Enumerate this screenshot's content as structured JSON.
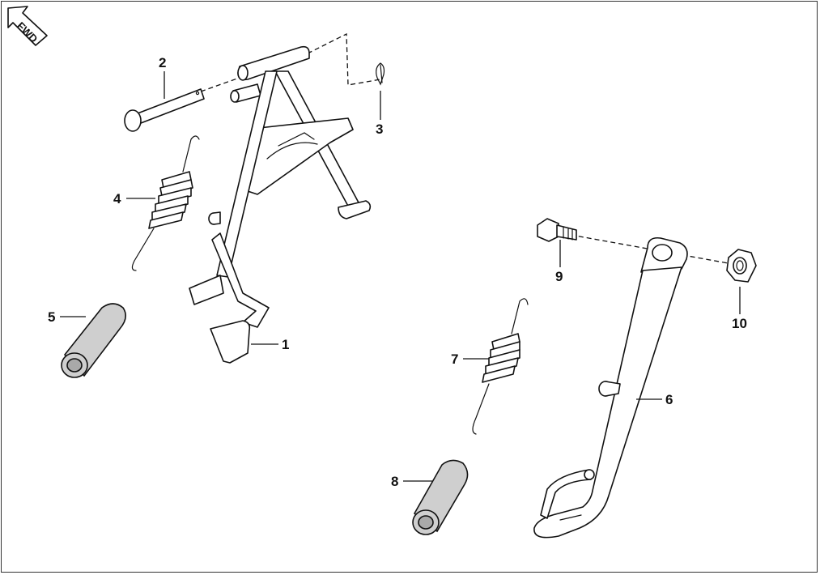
{
  "orientation": {
    "arrow_label": "FWD",
    "icon": "fwd-arrow-icon"
  },
  "callouts": [
    {
      "number": "1"
    },
    {
      "number": "2"
    },
    {
      "number": "3"
    },
    {
      "number": "4"
    },
    {
      "number": "5"
    },
    {
      "number": "6"
    },
    {
      "number": "7"
    },
    {
      "number": "8"
    },
    {
      "number": "9"
    },
    {
      "number": "10"
    }
  ],
  "colors": {
    "line": "#111111",
    "sleeve": "#cfcfcf",
    "sleeve_inner": "#a9a9a9",
    "background": "#ffffff"
  }
}
